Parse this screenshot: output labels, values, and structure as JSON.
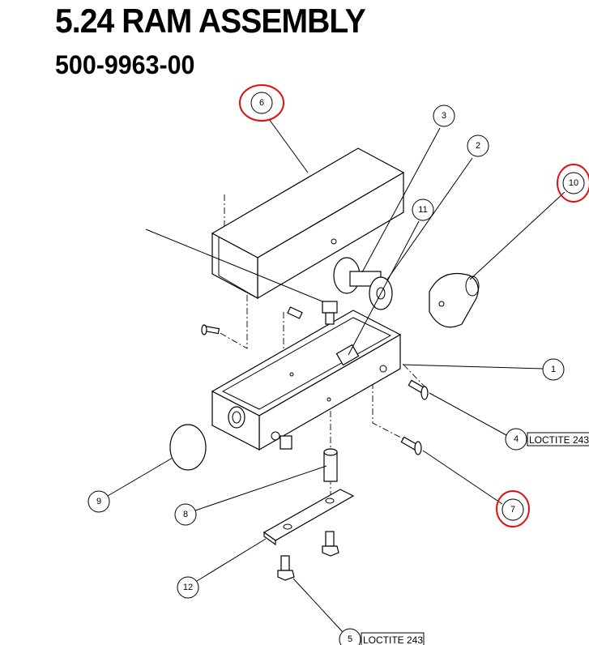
{
  "header": {
    "title": "5.24 RAM ASSEMBLY",
    "part_number": "500-9963-00"
  },
  "balloons": {
    "b1": "1",
    "b2": "2",
    "b3": "3",
    "b4": "4",
    "b5": "5",
    "b6": "6",
    "b7": "7",
    "b8": "8",
    "b9": "9",
    "b10": "10",
    "b11": "11",
    "b12": "12"
  },
  "notes": {
    "item4": "LOCTITE 243",
    "item5": "LOCTITE 243"
  },
  "highlight_color": "#e01010"
}
